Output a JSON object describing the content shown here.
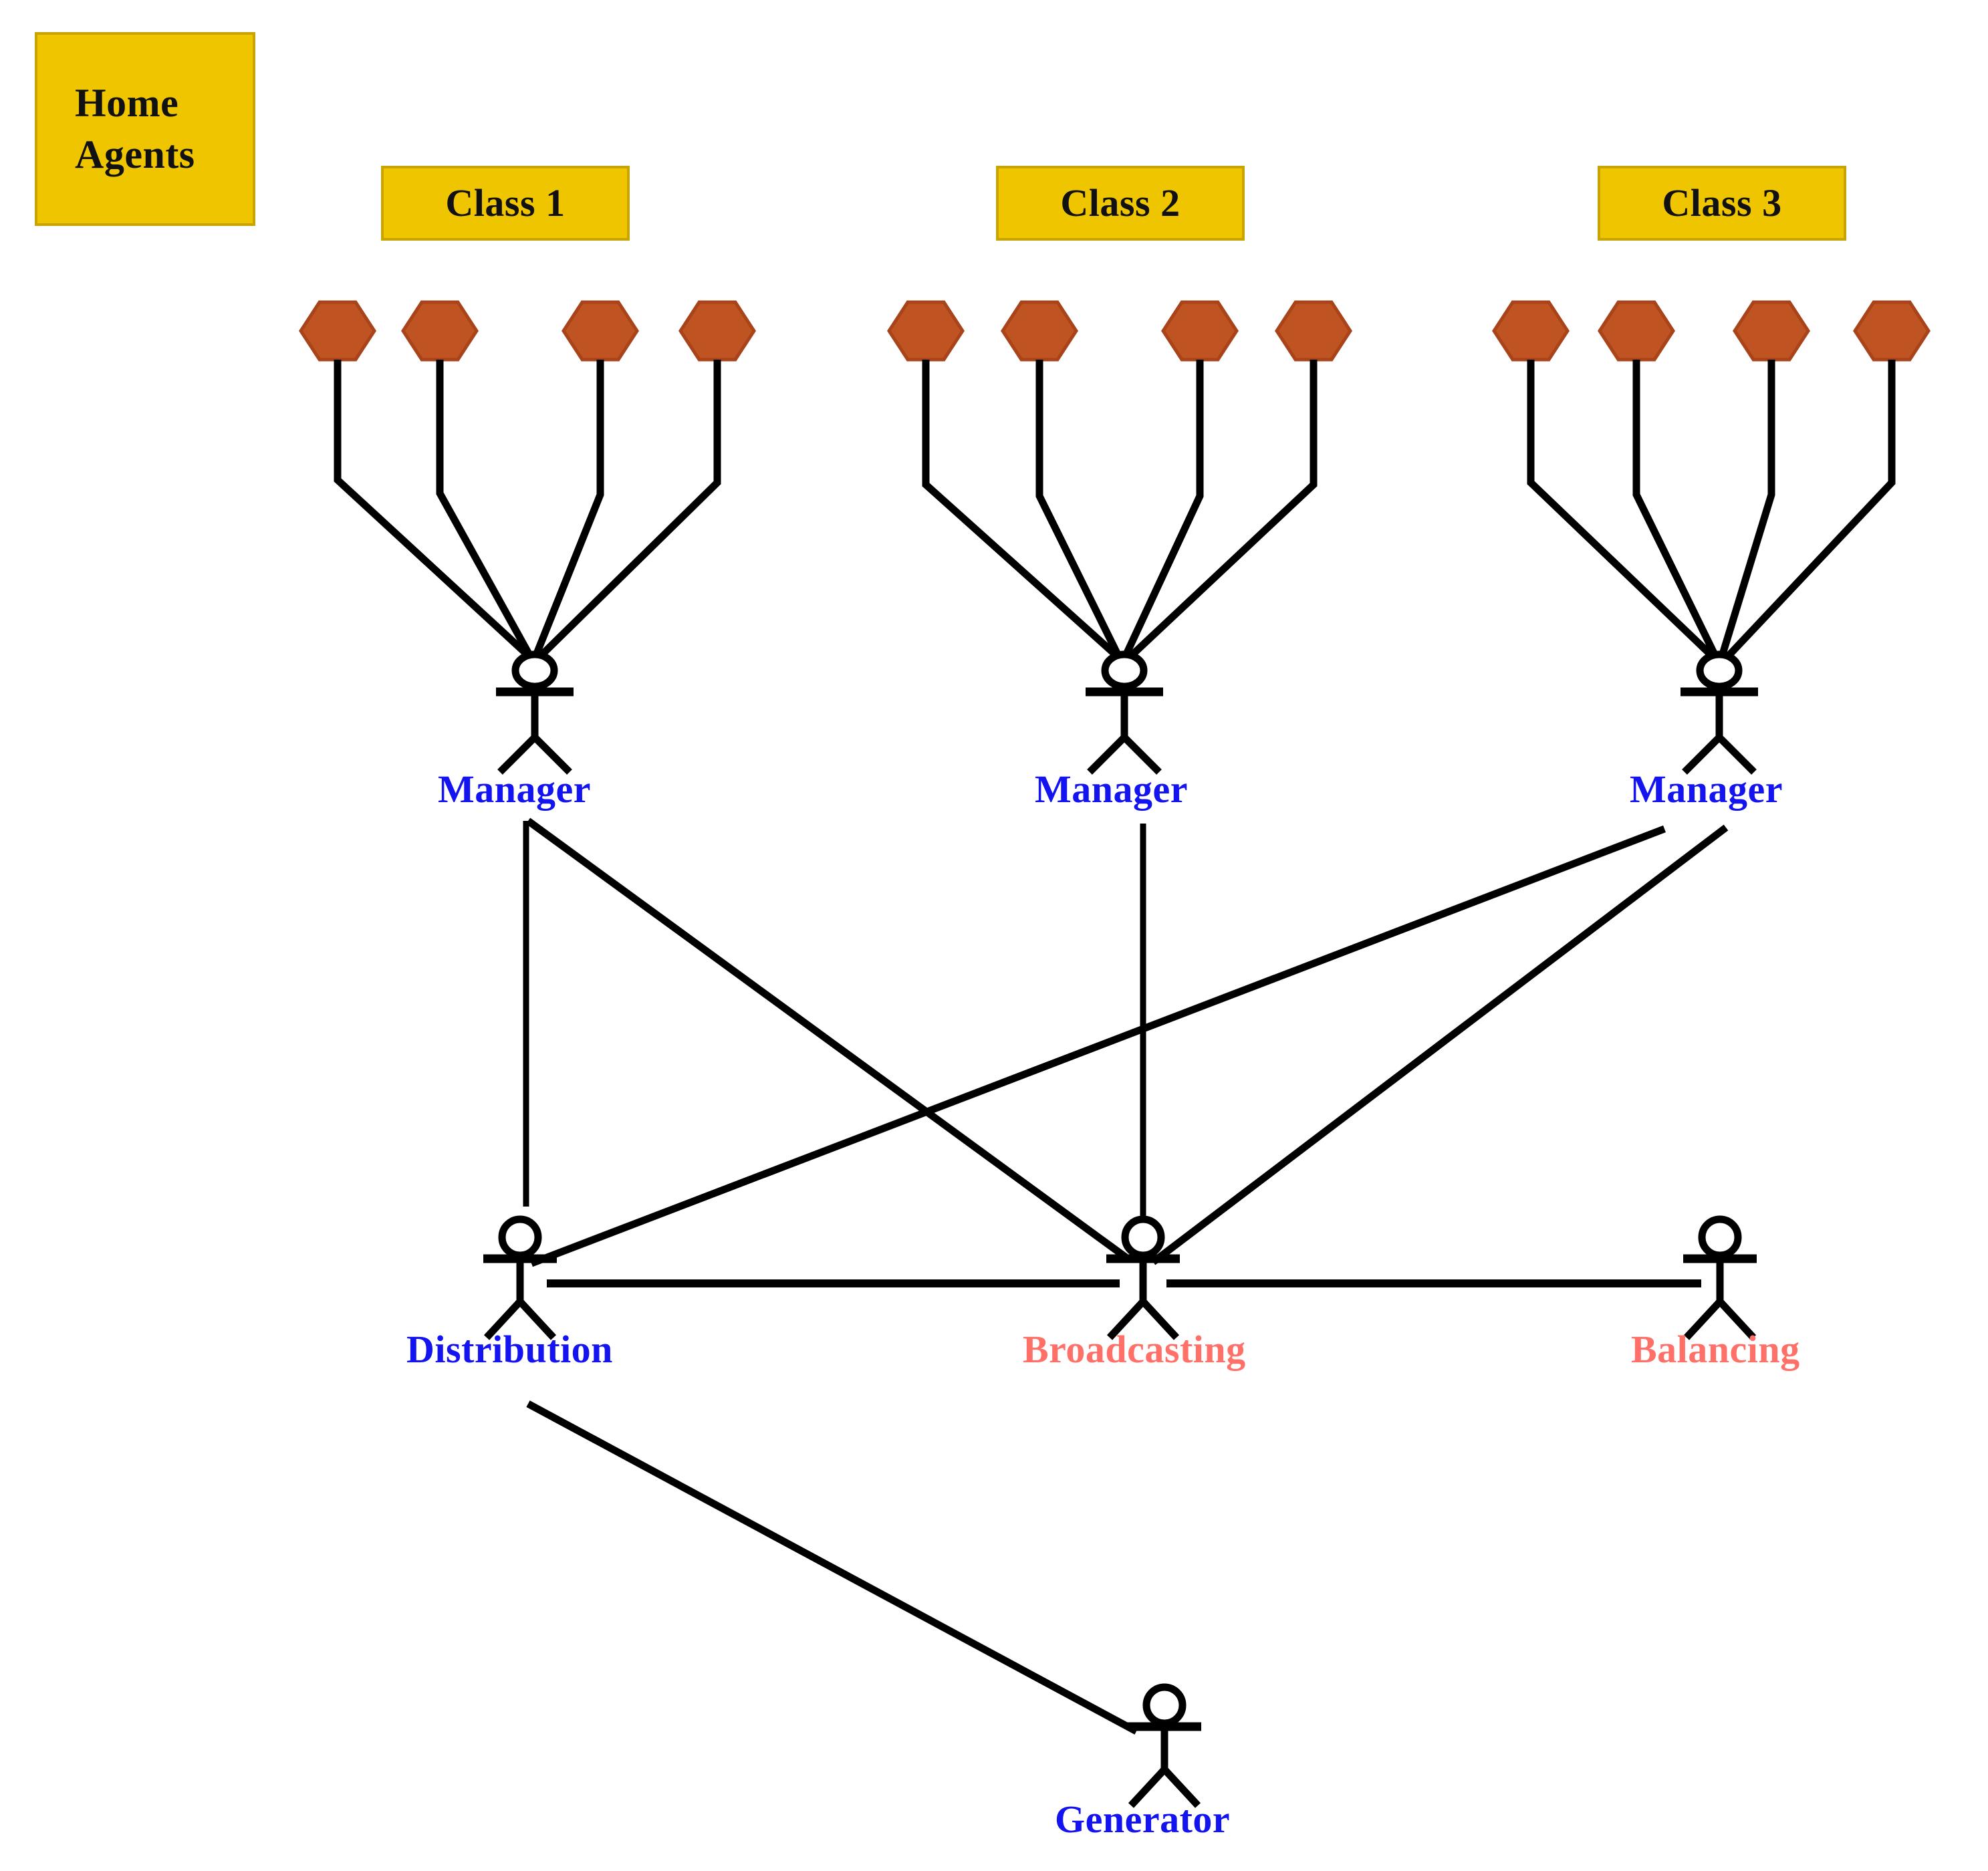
{
  "diagram": {
    "title_box": {
      "label": "Home\nAgents",
      "line1": "Home",
      "line2": "Agents"
    },
    "palette": {
      "box_fill": "#EFC500",
      "box_border": "#C9A400",
      "hexagon_fill": "#BF5422",
      "hexagon_stroke": "#A8431A",
      "line_color": "#000000",
      "label_blue": "#1414F0",
      "label_red": "#FF7068",
      "background": "#FFFFFF"
    },
    "class_boxes": [
      {
        "label": "Class 1"
      },
      {
        "label": "Class 2"
      },
      {
        "label": "Class 3"
      }
    ],
    "agent_groups": [
      {
        "class_label": "Class 1",
        "agent_count": 4,
        "manager_label": "Manager"
      },
      {
        "class_label": "Class 2",
        "agent_count": 4,
        "manager_label": "Manager"
      },
      {
        "class_label": "Class 3",
        "agent_count": 4,
        "manager_label": "Manager"
      }
    ],
    "managers": [
      {
        "label": "Manager",
        "color": "#1414F0"
      },
      {
        "label": "Manager",
        "color": "#1414F0"
      },
      {
        "label": "Manager",
        "color": "#1414F0"
      }
    ],
    "service_nodes": [
      {
        "label": "Distribution",
        "color": "#1414F0"
      },
      {
        "label": "Broadcasting",
        "color": "#FF7068"
      },
      {
        "label": "Balancing",
        "color": "#FF7068"
      }
    ],
    "bottom_node": {
      "label": "Generator",
      "color": "#1414F0"
    },
    "connections": [
      {
        "from": "Manager 1",
        "to": "Distribution",
        "style": "vertical"
      },
      {
        "from": "Manager 1",
        "to": "Broadcasting",
        "style": "diagonal"
      },
      {
        "from": "Manager 2",
        "to": "Broadcasting",
        "style": "vertical"
      },
      {
        "from": "Manager 3",
        "to": "Distribution",
        "style": "diagonal"
      },
      {
        "from": "Manager 3",
        "to": "Broadcasting",
        "style": "diagonal"
      },
      {
        "from": "Distribution",
        "to": "Broadcasting",
        "style": "horizontal"
      },
      {
        "from": "Broadcasting",
        "to": "Balancing",
        "style": "horizontal"
      },
      {
        "from": "Distribution",
        "to": "Generator",
        "style": "diagonal"
      }
    ]
  }
}
